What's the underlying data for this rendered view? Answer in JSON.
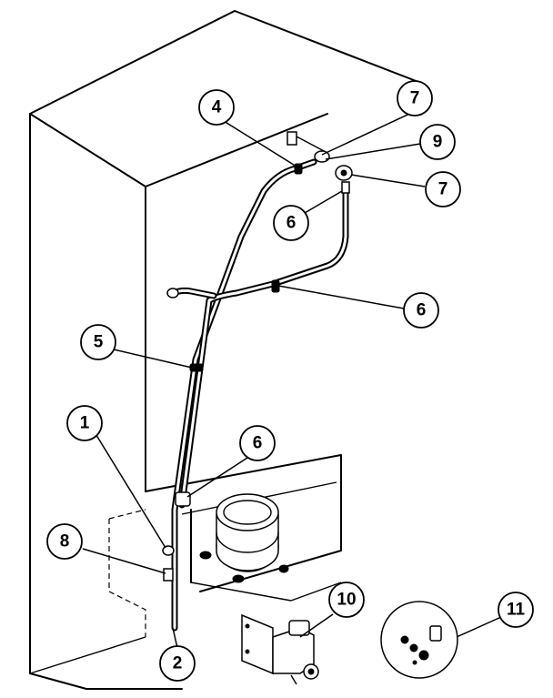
{
  "diagram": {
    "callouts": [
      {
        "id": "c1",
        "label": "1"
      },
      {
        "id": "c2",
        "label": "2"
      },
      {
        "id": "c4",
        "label": "4"
      },
      {
        "id": "c5",
        "label": "5"
      },
      {
        "id": "c6a",
        "label": "6"
      },
      {
        "id": "c6b",
        "label": "6"
      },
      {
        "id": "c6c",
        "label": "6"
      },
      {
        "id": "c7a",
        "label": "7"
      },
      {
        "id": "c7b",
        "label": "7"
      },
      {
        "id": "c8",
        "label": "8"
      },
      {
        "id": "c9",
        "label": "9"
      },
      {
        "id": "c10",
        "label": "10"
      },
      {
        "id": "c11",
        "label": "11"
      }
    ]
  }
}
